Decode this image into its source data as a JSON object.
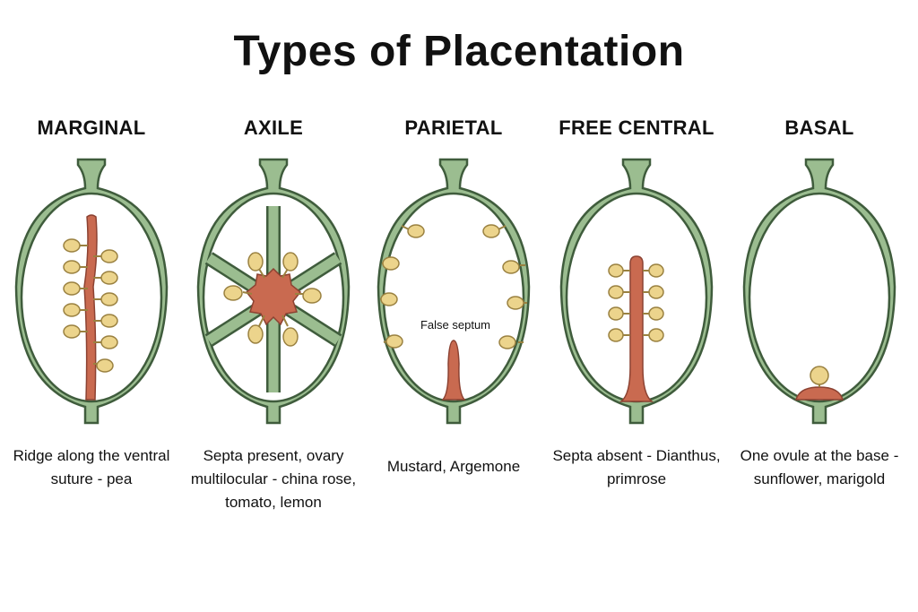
{
  "title": "Types of Placentation",
  "colors": {
    "wall_fill": "#9bbd90",
    "wall_stroke": "#3f5c3c",
    "placenta": "#c96a50",
    "placenta_stroke": "#8c4232",
    "ovule": "#ecd48c",
    "ovule_stroke": "#9a8140"
  },
  "types": [
    {
      "key": "marginal",
      "name": "MARGINAL",
      "description": "Ridge along the ventral suture - pea"
    },
    {
      "key": "axile",
      "name": "AXILE",
      "description": "Septa present, ovary multilocular - china rose, tomato, lemon"
    },
    {
      "key": "parietal",
      "name": "PARIETAL",
      "description": "Mustard, Argemone",
      "annotation": "False septum"
    },
    {
      "key": "free_central",
      "name": "FREE CENTRAL",
      "description": "Septa absent - Dianthus, primrose"
    },
    {
      "key": "basal",
      "name": "BASAL",
      "description": "One ovule at the base - sunflower, marigold"
    }
  ]
}
